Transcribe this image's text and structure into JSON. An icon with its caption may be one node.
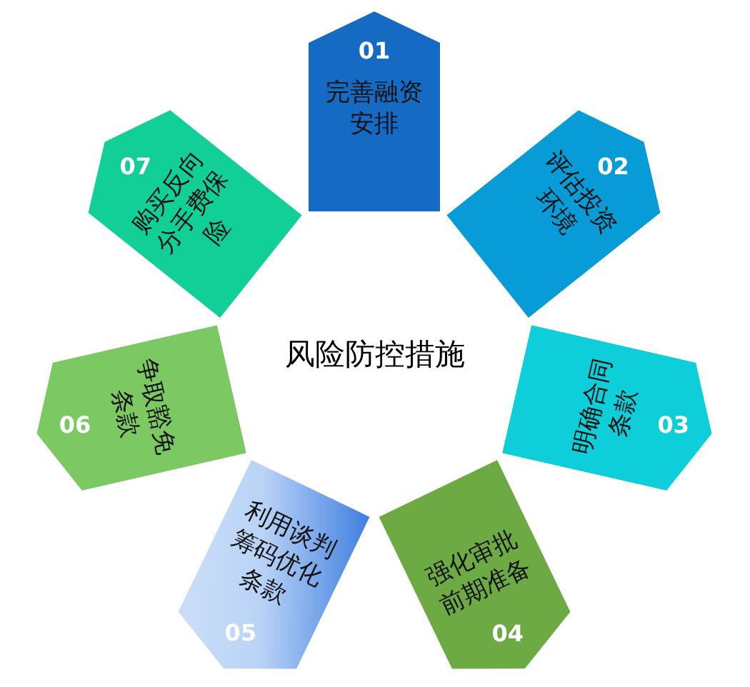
{
  "diagram": {
    "title": "风险防控措施",
    "nodes": [
      {
        "text": [
          "01",
          "完善融资安排"
        ]
      },
      {
        "text": [
          "02",
          "评估投资环境"
        ]
      },
      {
        "text": [
          "03",
          "明确合同条款"
        ]
      },
      {
        "text": [
          "04",
          "强化审批前期准备"
        ]
      },
      {
        "text": [
          "05",
          "利用谈判筹码优化条款"
        ]
      },
      {
        "text": [
          "06",
          "争取豁免条款"
        ]
      },
      {
        "text": [
          "07",
          "购买反向分手费保险"
        ]
      }
    ]
  }
}
